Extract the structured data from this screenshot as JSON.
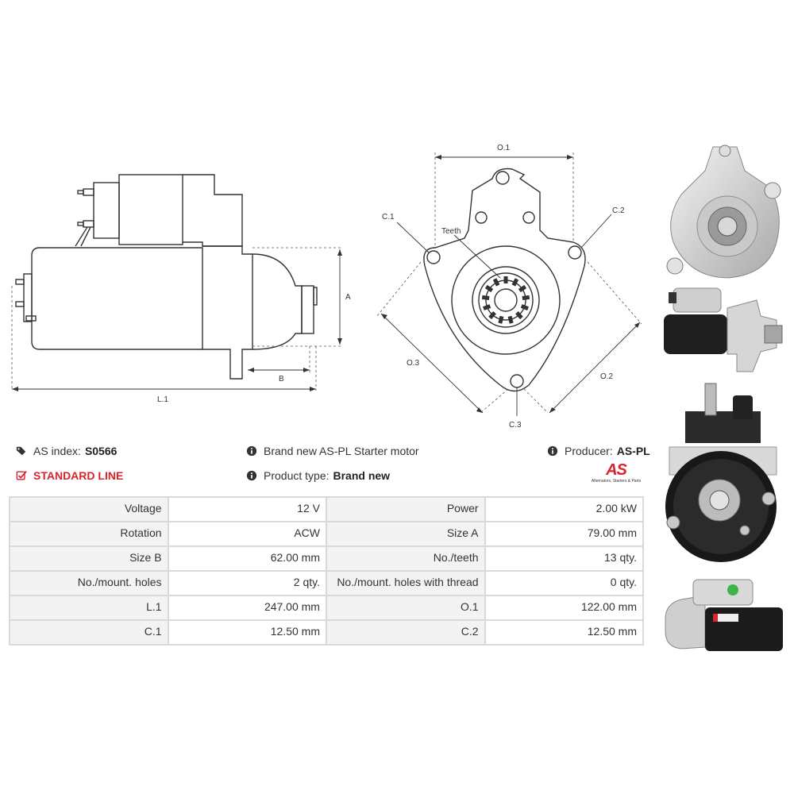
{
  "diagram": {
    "side": {
      "label_a": "A",
      "label_b": "B",
      "label_l1": "L.1"
    },
    "front": {
      "label_o1": "O.1",
      "label_o2": "O.2",
      "label_o3": "O.3",
      "label_c1": "C.1",
      "label_c2": "C.2",
      "label_c3": "C.3",
      "label_teeth": "Teeth"
    }
  },
  "info": {
    "as_index_label": "AS index:",
    "as_index_value": "S0566",
    "standard_line": "STANDARD LINE",
    "description": "Brand new AS-PL Starter motor",
    "product_type_label": "Product type:",
    "product_type_value": "Brand new",
    "producer_label": "Producer:",
    "producer_value": "AS-PL",
    "logo_text": "AS",
    "logo_tagline": "Alternators, Starters & Parts",
    "accent_color": "#d9232e"
  },
  "specs": [
    [
      "Voltage",
      "12 V",
      "Power",
      "2.00 kW"
    ],
    [
      "Rotation",
      "ACW",
      "Size A",
      "79.00 mm"
    ],
    [
      "Size B",
      "62.00 mm",
      "No./teeth",
      "13 qty."
    ],
    [
      "No./mount. holes",
      "2 qty.",
      "No./mount. holes with thread",
      "0 qty."
    ],
    [
      "L.1",
      "247.00 mm",
      "O.1",
      "122.00 mm"
    ],
    [
      "C.1",
      "12.50 mm",
      "C.2",
      "12.50 mm"
    ]
  ]
}
